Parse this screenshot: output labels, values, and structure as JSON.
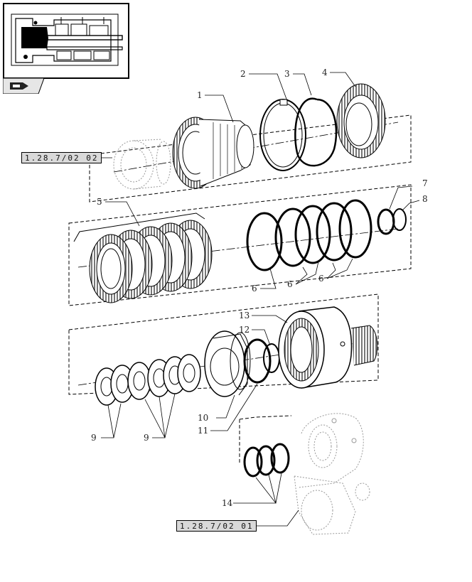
{
  "refs": {
    "top": "1.28.7/02 02",
    "bottom": "1.28.7/02 01"
  },
  "callouts": {
    "c1": "1",
    "c2": "2",
    "c3": "3",
    "c4": "4",
    "c5": "5",
    "c6a": "6",
    "c6b": "6",
    "c6c": "6",
    "c7": "7",
    "c8": "8",
    "c9a": "9",
    "c9b": "9",
    "c10": "10",
    "c11": "11",
    "c12": "12",
    "c13": "13",
    "c14": "14"
  }
}
